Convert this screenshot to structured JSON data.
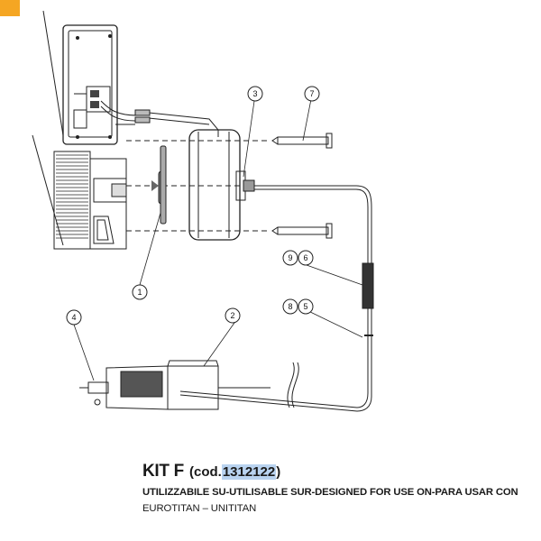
{
  "accent_colors": {
    "corner_tab": "#f5a623",
    "code_highlight": "#b9d3f0"
  },
  "caption": {
    "kit_name": "KIT F",
    "cod_prefix": "(cod.",
    "code": "1312122",
    "cod_suffix": ")",
    "usage_line": "UTILIZZABILE SU-UTILISABLE SUR-DESIGNED FOR USE ON-PARA USAR CON",
    "models_line": "EUROTITAN – UNITITAN"
  },
  "callouts": [
    {
      "id": "c1",
      "label": "1"
    },
    {
      "id": "c2",
      "label": "2"
    },
    {
      "id": "c3",
      "label": "3"
    },
    {
      "id": "c4",
      "label": "4"
    },
    {
      "id": "c5",
      "label": "5"
    },
    {
      "id": "c6",
      "label": "6"
    },
    {
      "id": "c7",
      "label": "7"
    },
    {
      "id": "c8",
      "label": "8"
    },
    {
      "id": "c9",
      "label": "9"
    }
  ]
}
